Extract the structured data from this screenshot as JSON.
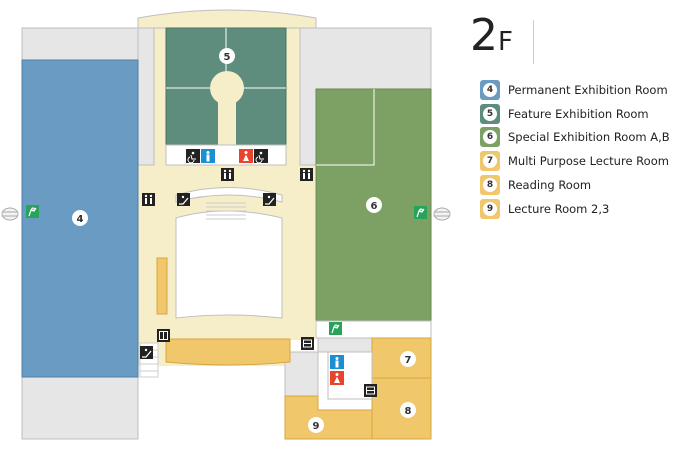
{
  "floor": {
    "number": "2",
    "suffix": "F"
  },
  "legend": [
    {
      "num": "4",
      "label": "Permanent Exhibition Room",
      "color": "#6a9bc3"
    },
    {
      "num": "5",
      "label": "Feature Exhibition Room",
      "color": "#5e8d7d"
    },
    {
      "num": "6",
      "label": "Special Exhibition Room A,B",
      "color": "#7da064"
    },
    {
      "num": "7",
      "label": "Multi Purpose Lecture Room",
      "color": "#f0c76b"
    },
    {
      "num": "8",
      "label": "Reading Room",
      "color": "#f0c76b"
    },
    {
      "num": "9",
      "label": "Lecture Room 2,3",
      "color": "#f0c76b"
    }
  ],
  "map_markers": [
    "4",
    "5",
    "6",
    "7",
    "8",
    "9"
  ],
  "colors": {
    "corridor": "#f6eec8",
    "wall_gray": "#e6e6e6",
    "outline": "#bfbfbf",
    "exit_green": "#27a35a",
    "restroom_blue": "#1a8fd1",
    "restroom_red": "#e8442e"
  },
  "icons": [
    "exit-icon",
    "restroom-icon",
    "accessible-icon",
    "escalator-icon",
    "elevator-icon",
    "locker-icon",
    "stairs-icon"
  ]
}
